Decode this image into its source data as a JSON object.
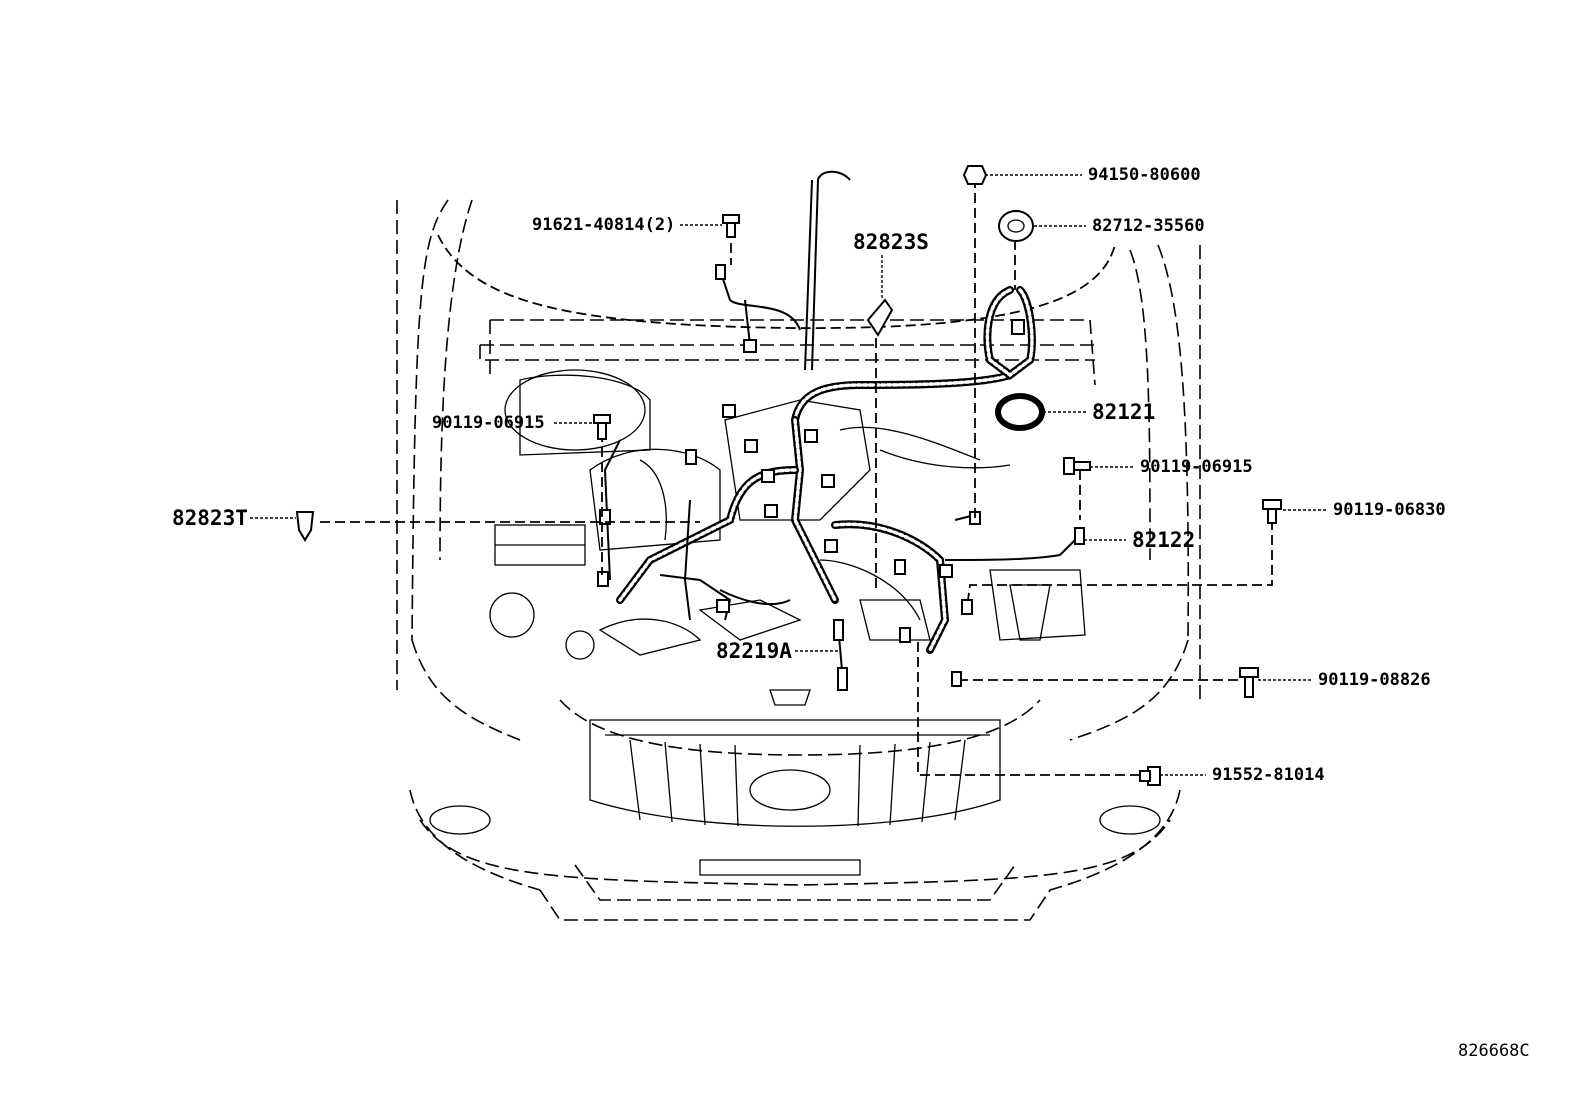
{
  "figure_id": "826668C",
  "callouts": {
    "p_91621_40814": "91621-40814(2)",
    "p_94150_80600": "94150-80600",
    "p_82823S": "82823S",
    "p_82712_35560": "82712-35560",
    "p_82121": "82121",
    "p_90119_06915_left": "90119-06915",
    "p_90119_06915_right": "90119-06915",
    "p_82823T": "82823T",
    "p_90119_06830": "90119-06830",
    "p_82122": "82122",
    "p_82219A": "82219A",
    "p_90119_08826": "90119-08826",
    "p_91552_81014": "91552-81014"
  },
  "icons": {
    "bolt": "bolt-icon",
    "nut": "nut-icon",
    "clip": "clip-icon",
    "grommet": "grommet-icon",
    "connector": "connector-icon"
  }
}
